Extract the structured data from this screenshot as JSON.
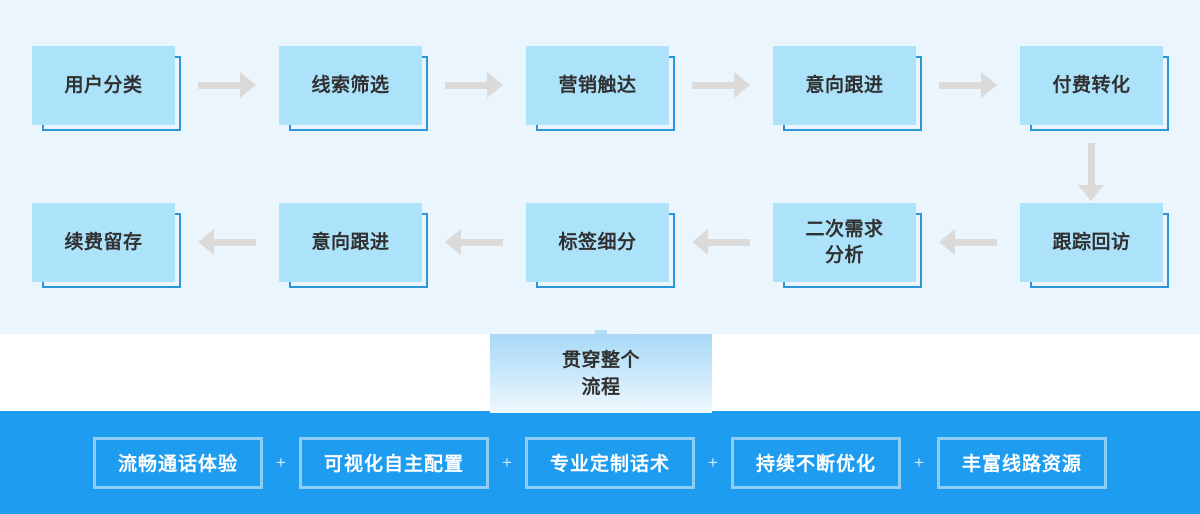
{
  "theme": {
    "band_top_bg": "#eaf5fd",
    "band_white_bg": "#ffffff",
    "band_bottom_bg": "#1e9cef",
    "node_fill": "#ade2fb",
    "node_outline": "#2b96d8",
    "arrow_color": "#dcdad8",
    "text_dark": "#303030",
    "pill_border": "#8ecdf6",
    "pill_text": "#ffffff"
  },
  "flow": {
    "row1": [
      {
        "label": "用户分类"
      },
      {
        "label": "线索筛选"
      },
      {
        "label": "营销触达"
      },
      {
        "label": "意向跟进"
      },
      {
        "label": "付费转化"
      }
    ],
    "row2": [
      {
        "label": "续费留存"
      },
      {
        "label": "意向跟进"
      },
      {
        "label": "标签细分"
      },
      {
        "label": "二次需求\n分析"
      },
      {
        "label": "跟踪回访"
      }
    ],
    "arrows_row1": [
      "arrow-right",
      "arrow-right",
      "arrow-right",
      "arrow-right"
    ],
    "arrows_row2": [
      "arrow-left",
      "arrow-left",
      "arrow-left",
      "arrow-left"
    ],
    "arrow_vertical": "arrow-down"
  },
  "center_card": {
    "label": "贯穿整个\n流程"
  },
  "features": {
    "separator": "+",
    "items": [
      {
        "label": "流畅通话体验"
      },
      {
        "label": "可视化自主配置"
      },
      {
        "label": "专业定制话术"
      },
      {
        "label": "持续不断优化"
      },
      {
        "label": "丰富线路资源"
      }
    ]
  }
}
